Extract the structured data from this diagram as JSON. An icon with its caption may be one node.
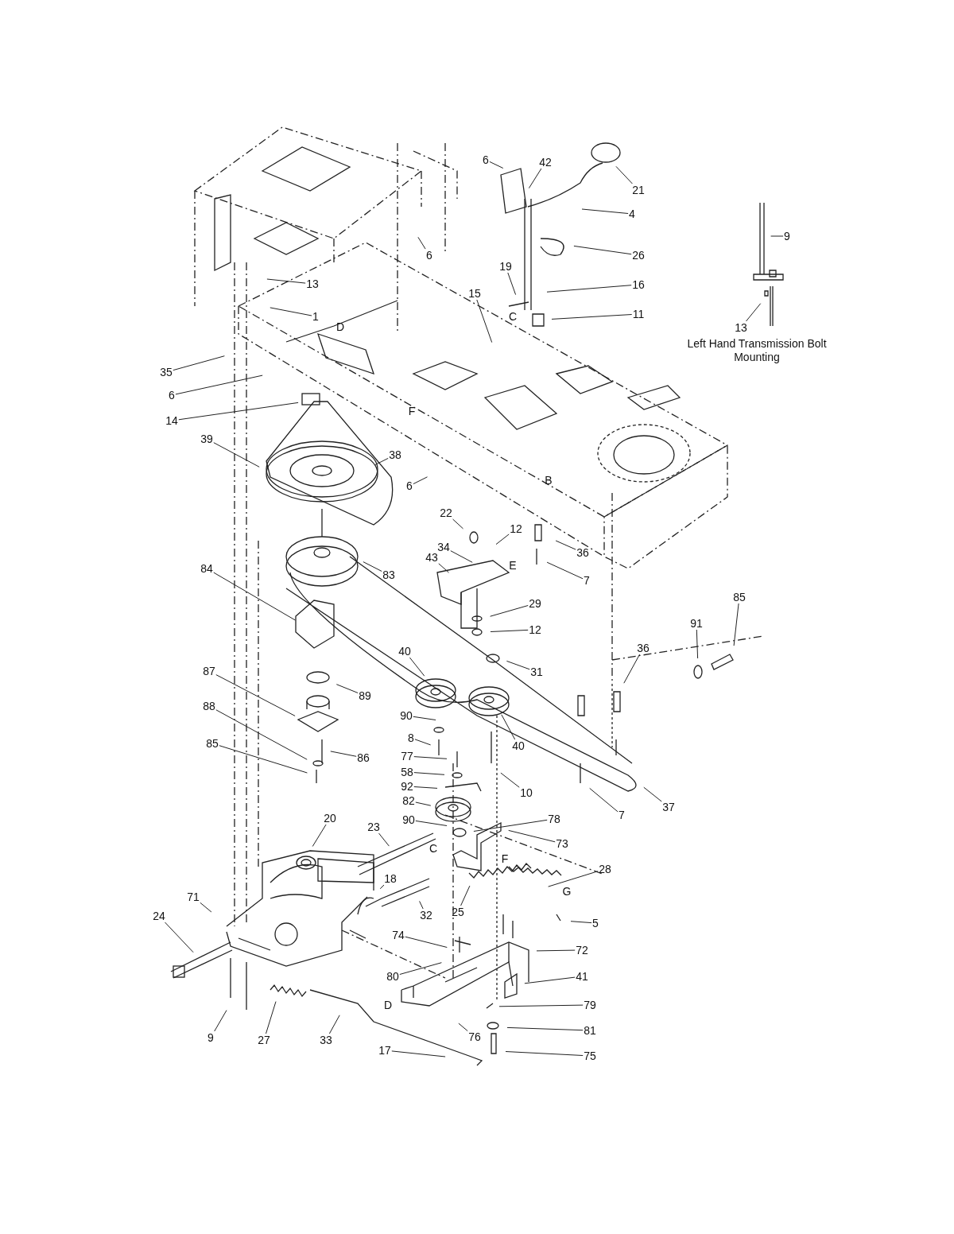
{
  "diagram": {
    "nodes": [
      {
        "text": [
          "6"
        ]
      },
      {
        "text": [
          "42"
        ]
      },
      {
        "text": [
          "21"
        ]
      },
      {
        "text": [
          "4"
        ]
      },
      {
        "text": [
          "6"
        ]
      },
      {
        "text": [
          "26"
        ]
      },
      {
        "text": [
          "13"
        ]
      },
      {
        "text": [
          "16"
        ]
      },
      {
        "text": [
          "19"
        ]
      },
      {
        "text": [
          "15"
        ]
      },
      {
        "text": [
          "1"
        ]
      },
      {
        "text": [
          "11"
        ]
      },
      {
        "text": [
          "35"
        ]
      },
      {
        "text": [
          "6"
        ]
      },
      {
        "text": [
          "14"
        ]
      },
      {
        "text": [
          "39"
        ]
      },
      {
        "text": [
          "38"
        ]
      },
      {
        "text": [
          "6"
        ]
      },
      {
        "text": [
          "22"
        ]
      },
      {
        "text": [
          "12"
        ]
      },
      {
        "text": [
          "34"
        ]
      },
      {
        "text": [
          "43"
        ]
      },
      {
        "text": [
          "36"
        ]
      },
      {
        "text": [
          "83"
        ]
      },
      {
        "text": [
          "7"
        ]
      },
      {
        "text": [
          "84"
        ]
      },
      {
        "text": [
          "29"
        ]
      },
      {
        "text": [
          "12"
        ]
      },
      {
        "text": [
          "85"
        ]
      },
      {
        "text": [
          "91"
        ]
      },
      {
        "text": [
          "40"
        ]
      },
      {
        "text": [
          "36"
        ]
      },
      {
        "text": [
          "31"
        ]
      },
      {
        "text": [
          "87"
        ]
      },
      {
        "text": [
          "89"
        ]
      },
      {
        "text": [
          "90"
        ]
      },
      {
        "text": [
          "40"
        ]
      },
      {
        "text": [
          "88"
        ]
      },
      {
        "text": [
          "8"
        ]
      },
      {
        "text": [
          "85"
        ]
      },
      {
        "text": [
          "86"
        ]
      },
      {
        "text": [
          "77"
        ]
      },
      {
        "text": [
          "10"
        ]
      },
      {
        "text": [
          "58"
        ]
      },
      {
        "text": [
          "92"
        ]
      },
      {
        "text": [
          "82"
        ]
      },
      {
        "text": [
          "7"
        ]
      },
      {
        "text": [
          "37"
        ]
      },
      {
        "text": [
          "78"
        ]
      },
      {
        "text": [
          "90"
        ]
      },
      {
        "text": [
          "73"
        ]
      },
      {
        "text": [
          "20"
        ]
      },
      {
        "text": [
          "23"
        ]
      },
      {
        "text": [
          "28"
        ]
      },
      {
        "text": [
          "18"
        ]
      },
      {
        "text": [
          "71"
        ]
      },
      {
        "text": [
          "24"
        ]
      },
      {
        "text": [
          "32"
        ]
      },
      {
        "text": [
          "25"
        ]
      },
      {
        "text": [
          "5"
        ]
      },
      {
        "text": [
          "74"
        ]
      },
      {
        "text": [
          "72"
        ]
      },
      {
        "text": [
          "80"
        ]
      },
      {
        "text": [
          "41"
        ]
      },
      {
        "text": [
          "79"
        ]
      },
      {
        "text": [
          "9"
        ]
      },
      {
        "text": [
          "27"
        ]
      },
      {
        "text": [
          "33"
        ]
      },
      {
        "text": [
          "76"
        ]
      },
      {
        "text": [
          "81"
        ]
      },
      {
        "text": [
          "17"
        ]
      },
      {
        "text": [
          "75"
        ]
      },
      {
        "text": [
          "9"
        ]
      },
      {
        "text": [
          "13"
        ]
      }
    ],
    "edges": [
      {
        "from": 0,
        "to": null,
        "arrow": "none"
      },
      {
        "from": 1,
        "to": null,
        "arrow": "none"
      },
      {
        "from": 2,
        "to": null,
        "arrow": "none"
      },
      {
        "from": 3,
        "to": null,
        "arrow": "none"
      },
      {
        "from": 4,
        "to": null,
        "arrow": "none"
      },
      {
        "from": 5,
        "to": null,
        "arrow": "none"
      },
      {
        "from": 6,
        "to": null,
        "arrow": "none"
      },
      {
        "from": 7,
        "to": null,
        "arrow": "none"
      },
      {
        "from": 8,
        "to": null,
        "arrow": "none"
      },
      {
        "from": 9,
        "to": null,
        "arrow": "none"
      },
      {
        "from": 10,
        "to": null,
        "arrow": "none"
      },
      {
        "from": 11,
        "to": null,
        "arrow": "none"
      },
      {
        "from": 12,
        "to": null,
        "arrow": "none"
      },
      {
        "from": 13,
        "to": null,
        "arrow": "none"
      },
      {
        "from": 14,
        "to": null,
        "arrow": "none"
      },
      {
        "from": 15,
        "to": null,
        "arrow": "none"
      },
      {
        "from": 16,
        "to": null,
        "arrow": "none"
      },
      {
        "from": 17,
        "to": null,
        "arrow": "none"
      },
      {
        "from": 18,
        "to": null,
        "arrow": "none"
      },
      {
        "from": 19,
        "to": null,
        "arrow": "none"
      },
      {
        "from": 20,
        "to": null,
        "arrow": "none"
      },
      {
        "from": 21,
        "to": null,
        "arrow": "none"
      },
      {
        "from": 22,
        "to": null,
        "arrow": "none"
      },
      {
        "from": 23,
        "to": null,
        "arrow": "none"
      },
      {
        "from": 24,
        "to": null,
        "arrow": "none"
      },
      {
        "from": 25,
        "to": null,
        "arrow": "none"
      },
      {
        "from": 26,
        "to": null,
        "arrow": "none"
      },
      {
        "from": 27,
        "to": null,
        "arrow": "none"
      },
      {
        "from": 28,
        "to": null,
        "arrow": "none"
      },
      {
        "from": 29,
        "to": null,
        "arrow": "none"
      },
      {
        "from": 30,
        "to": null,
        "arrow": "none"
      },
      {
        "from": 31,
        "to": null,
        "arrow": "none"
      },
      {
        "from": 32,
        "to": null,
        "arrow": "none"
      },
      {
        "from": 33,
        "to": null,
        "arrow": "none"
      },
      {
        "from": 34,
        "to": null,
        "arrow": "none"
      },
      {
        "from": 35,
        "to": null,
        "arrow": "none"
      },
      {
        "from": 36,
        "to": null,
        "arrow": "none"
      },
      {
        "from": 37,
        "to": null,
        "arrow": "none"
      },
      {
        "from": 38,
        "to": null,
        "arrow": "none"
      },
      {
        "from": 39,
        "to": null,
        "arrow": "none"
      },
      {
        "from": 40,
        "to": null,
        "arrow": "none"
      },
      {
        "from": 41,
        "to": null,
        "arrow": "none"
      },
      {
        "from": 42,
        "to": null,
        "arrow": "none"
      },
      {
        "from": 43,
        "to": null,
        "arrow": "none"
      },
      {
        "from": 44,
        "to": null,
        "arrow": "none"
      },
      {
        "from": 45,
        "to": null,
        "arrow": "none"
      },
      {
        "from": 46,
        "to": null,
        "arrow": "none"
      },
      {
        "from": 47,
        "to": null,
        "arrow": "none"
      },
      {
        "from": 48,
        "to": null,
        "arrow": "none"
      },
      {
        "from": 49,
        "to": null,
        "arrow": "none"
      },
      {
        "from": 50,
        "to": null,
        "arrow": "none"
      },
      {
        "from": 51,
        "to": null,
        "arrow": "none"
      },
      {
        "from": 52,
        "to": null,
        "arrow": "none"
      },
      {
        "from": 53,
        "to": null,
        "arrow": "none"
      },
      {
        "from": 54,
        "to": null,
        "arrow": "none"
      },
      {
        "from": 55,
        "to": null,
        "arrow": "none"
      },
      {
        "from": 56,
        "to": null,
        "arrow": "none"
      },
      {
        "from": 57,
        "to": null,
        "arrow": "none"
      },
      {
        "from": 58,
        "to": null,
        "arrow": "none"
      },
      {
        "from": 59,
        "to": null,
        "arrow": "none"
      },
      {
        "from": 60,
        "to": null,
        "arrow": "none"
      },
      {
        "from": 61,
        "to": null,
        "arrow": "none"
      },
      {
        "from": 62,
        "to": null,
        "arrow": "none"
      },
      {
        "from": 63,
        "to": null,
        "arrow": "none"
      },
      {
        "from": 64,
        "to": null,
        "arrow": "none"
      },
      {
        "from": 65,
        "to": null,
        "arrow": "none"
      },
      {
        "from": 66,
        "to": null,
        "arrow": "none"
      },
      {
        "from": 67,
        "to": null,
        "arrow": "none"
      },
      {
        "from": 68,
        "to": null,
        "arrow": "none"
      },
      {
        "from": 69,
        "to": null,
        "arrow": "none"
      },
      {
        "from": 70,
        "to": null,
        "arrow": "none"
      },
      {
        "from": 71,
        "to": null,
        "arrow": "none"
      },
      {
        "from": 72,
        "to": null,
        "arrow": "none"
      },
      {
        "from": 73,
        "to": null,
        "arrow": "none"
      }
    ],
    "labels": [
      "D",
      "C",
      "F",
      "B",
      "E",
      "C",
      "F",
      "G",
      "D",
      "Left Hand Transmission Bolt Mounting"
    ]
  }
}
